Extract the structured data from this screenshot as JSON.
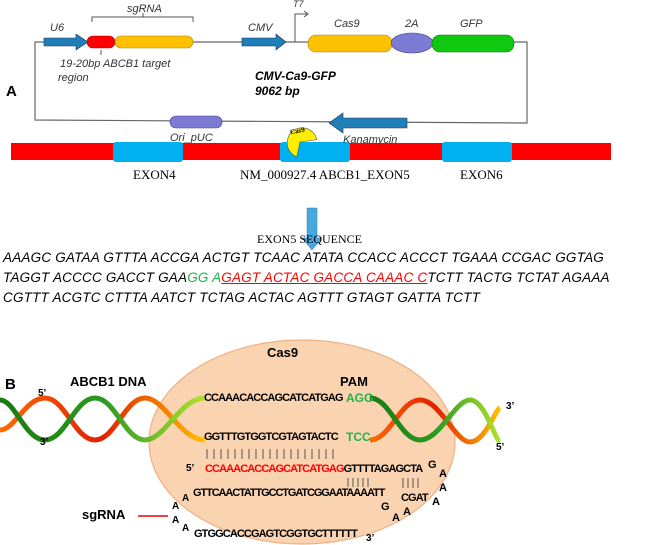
{
  "panel_a": {
    "label": "A",
    "plasmid": {
      "name": "CMV-Ca9-GFP",
      "size": "9062 bp",
      "features": {
        "u6": "U6",
        "sgrna": "sgRNA",
        "target": "19-20bp ABCB1 target",
        "target2": "region",
        "cmv": "CMV",
        "t7": "T7",
        "cas9": "Cas9",
        "two_a": "2A",
        "gfp": "GFP",
        "ori": "Ori_pUC",
        "kan": "Kanamycin"
      }
    },
    "gene": {
      "cas9_badge": "Cas9",
      "exon4": "EXON4",
      "exon5": "NM_000927.4 ABCB1_EXON5",
      "exon6": "EXON6"
    },
    "sequence": {
      "title": "EXON5 SEQUENCE",
      "line1": "AAAGC GATAA GTTTA ACCGA ACTGT TCAAC ATATA CCACC ACCCT TGAAA CCGAC GGTAG",
      "line2_a": "TAGGT ACCCC GACCT GAA",
      "line2_pam": "GG A",
      "line2_target": "GAGT ACTAC GACCA CAAAC C",
      "line2_b": "TCTT TACTG TCTAT AGAAA",
      "line3": "CGTTT ACGTC CTTTA AATCT TCTAG ACTAC AGTTT GTAGT GATTA TCTT"
    },
    "colors": {
      "intron": "#ff0000",
      "exon": "#00b0f0",
      "pam": "#22b14c",
      "target": "#ff0000"
    }
  },
  "panel_b": {
    "label": "B",
    "cas9": "Cas9",
    "dna": "ABCB1 DNA",
    "pam": "PAM",
    "top_strand": "CCAAACACCAGCATCATGAG",
    "top_pam": "AGG",
    "bottom_strand": "GGTTTGTGGTCGTAGTACTC",
    "bottom_pam": "TCC",
    "five": "5’",
    "three": "3’",
    "guide": "CCAAACACCAGCATCATGAG",
    "scaffold1": "GTTTTAGAGCTA",
    "loop_g": "G",
    "loop_a1": "A",
    "loop_a2": "A",
    "loop_a3": "A",
    "scaffold2": "CGAT",
    "stem_left": "GTTCAACTATTGCCTGATCGGAATAAAATT",
    "ga_g": "G",
    "ga_a1": "A",
    "ga_a2": "A",
    "aa1": "A",
    "aa2": "A",
    "aa3": "A",
    "aa4": "A",
    "tail": "GTGGCACCGAGTCGGTGCTTTTTT",
    "sgrna": "sgRNA"
  }
}
